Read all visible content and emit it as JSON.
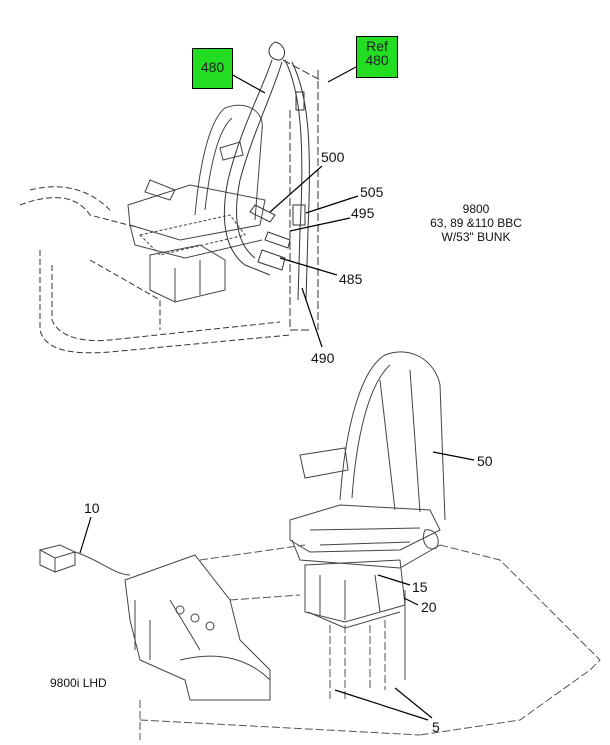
{
  "callouts": {
    "c480": "480",
    "ref_word": "Ref",
    "ref_480": "480",
    "c500": "500",
    "c505": "505",
    "c495": "495",
    "c485": "485",
    "c490": "490",
    "c50": "50",
    "c10": "10",
    "c15": "15",
    "c20": "20",
    "c5": "5"
  },
  "notes": {
    "upper_model": "9800",
    "upper_bbc": "63, 89 &110 BBC",
    "upper_bunk": "W/53\" BUNK",
    "lower_model": "9800i LHD"
  },
  "colors": {
    "highlight": "#22dd22"
  }
}
